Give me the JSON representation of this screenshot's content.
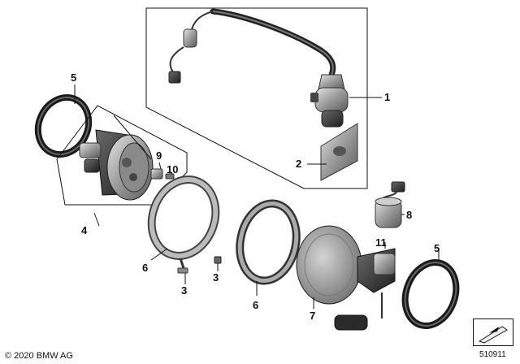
{
  "callouts": {
    "c1": "1",
    "c2": "2",
    "c3a": "3",
    "c3b": "3",
    "c4": "4",
    "c5a": "5",
    "c5b": "5",
    "c6a": "6",
    "c6b": "6",
    "c7": "7",
    "c8": "8",
    "c9": "9",
    "c10": "10",
    "c11": "11"
  },
  "footer": {
    "copyright": "© 2020 BMW AG",
    "doc_number": "510911"
  },
  "icons": {
    "corner": "parts-sheet-arrow-icon"
  }
}
